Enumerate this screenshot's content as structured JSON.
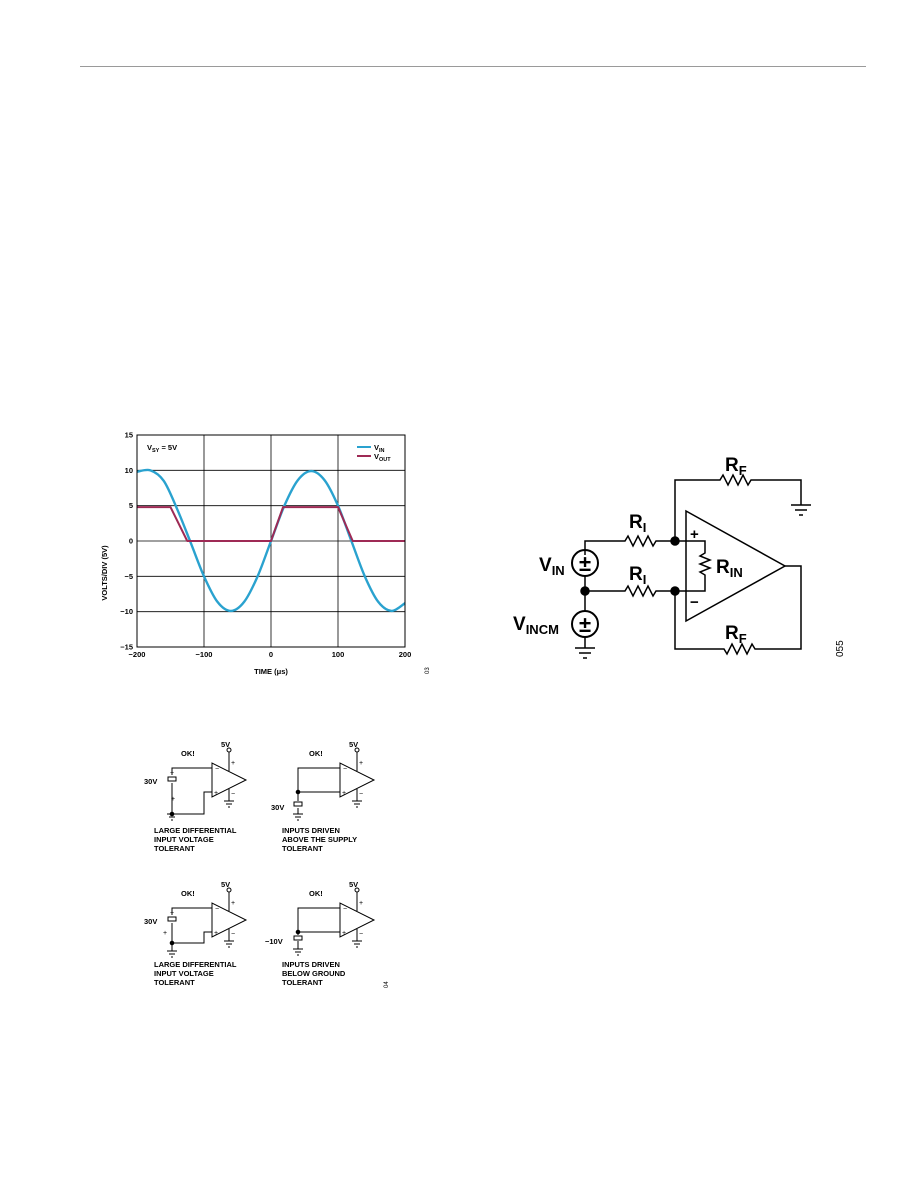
{
  "chart_data": {
    "type": "line",
    "xlabel": "TIME (μs)",
    "ylabel": "VOLTS/DIV (5V)",
    "xlim": [
      -200,
      200
    ],
    "ylim": [
      -15,
      15
    ],
    "xticks": [
      "−200",
      "−100",
      "0",
      "100",
      "200"
    ],
    "yticks": [
      "15",
      "10",
      "5",
      "0",
      "−5",
      "−10",
      "−15"
    ],
    "annotation": {
      "main": "V",
      "sub": "SY",
      "rest": " = 5V"
    },
    "legend_position": "top-right",
    "grid": true,
    "series": [
      {
        "name": "V",
        "name_sub": "IN",
        "color": "#2aa2cf",
        "x": [
          -200,
          -180,
          -160,
          -140,
          -120,
          -100,
          -80,
          -60,
          -40,
          -20,
          0,
          20,
          40,
          60,
          80,
          100,
          120,
          140,
          160,
          180,
          200
        ],
        "y": [
          9.8,
          10.0,
          8.5,
          4.5,
          -0.2,
          -5.0,
          -8.6,
          -9.9,
          -8.6,
          -5.0,
          0,
          5.0,
          8.6,
          9.9,
          8.6,
          5.0,
          0,
          -5.0,
          -8.6,
          -9.9,
          -8.8
        ]
      },
      {
        "name": "V",
        "name_sub": "OUT",
        "color": "#9e2a55",
        "x": [
          -200,
          -150,
          -125,
          0,
          18,
          100,
          122,
          200
        ],
        "y": [
          4.8,
          4.8,
          0,
          0,
          4.8,
          4.8,
          0,
          0
        ]
      }
    ],
    "figure_id": "03"
  },
  "circuit": {
    "rf_top": {
      "main": "R",
      "sub": "F"
    },
    "rf_bottom": {
      "main": "R",
      "sub": "F"
    },
    "ri_top": {
      "main": "R",
      "sub": "I"
    },
    "ri_bottom": {
      "main": "R",
      "sub": "I"
    },
    "rin": {
      "main": "R",
      "sub": "IN"
    },
    "vin": {
      "main": "V",
      "sub": "IN"
    },
    "vincm": {
      "main": "V",
      "sub": "INCM"
    },
    "plus": "+",
    "minus": "−",
    "source_sign": "±",
    "figure_id": "055"
  },
  "tolerance": {
    "panels": [
      {
        "ok": "OK!",
        "supply": "5V",
        "source": "30V",
        "caption": [
          "LARGE DIFFERENTIAL",
          "INPUT VOLTAGE",
          "TOLERANT"
        ]
      },
      {
        "ok": "OK!",
        "supply": "5V",
        "source": "30V",
        "caption": [
          "INPUTS DRIVEN",
          "ABOVE THE SUPPLY",
          "TOLERANT"
        ]
      },
      {
        "ok": "OK!",
        "supply": "5V",
        "source": "30V",
        "caption": [
          "LARGE DIFFERENTIAL",
          "INPUT VOLTAGE",
          "TOLERANT"
        ]
      },
      {
        "ok": "OK!",
        "supply": "5V",
        "source": "−10V",
        "caption": [
          "INPUTS DRIVEN",
          "BELOW GROUND",
          "TOLERANT"
        ]
      }
    ],
    "figure_id": "04"
  }
}
